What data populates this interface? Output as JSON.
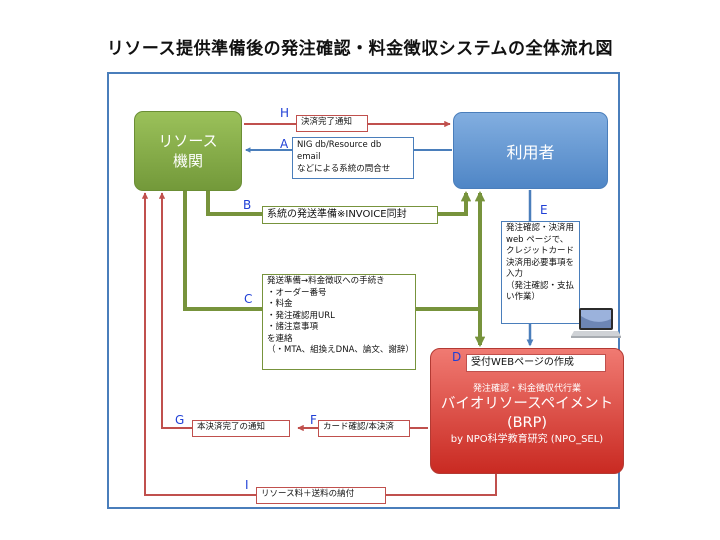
{
  "title": "リソース提供準備後の発注確認・料金徴収システムの全体流れ図",
  "nodes": {
    "resource": "リソース\n機関",
    "user": "利用者",
    "brp": {
      "webpage_label": "受付WEBページの作成",
      "subtitle": "発注確認・料金徴収代行業",
      "name": "バイオリソースペイメント",
      "abbr": "(BRP)",
      "by": "by NPO科学教育研究 (NPO_SEL)"
    }
  },
  "steps": {
    "A": {
      "letter": "A",
      "text": "NIG db/Resource db\nemail\nなどによる系統の問合せ"
    },
    "B": {
      "letter": "B",
      "text": "系統の発送準備※INVOICE同封"
    },
    "C": {
      "letter": "C",
      "text": "発送準備→料金徴収への手続き\n・オーダー番号\n・料金\n・発注確認用URL\n・諸注意事項\nを連絡\n（・MTA、組換えDNA、論文、謝辞）"
    },
    "D": {
      "letter": "D"
    },
    "E": {
      "letter": "E",
      "text": "発注確認・決済用web ページで、クレジットカード決済用必要事項を入力\n（発注確認・支払い作業）"
    },
    "F": {
      "letter": "F",
      "text": "カード確認/本決済"
    },
    "G": {
      "letter": "G",
      "text": "本決済完了の通知"
    },
    "H": {
      "letter": "H",
      "text": "決済完了通知"
    },
    "I": {
      "letter": "I",
      "text": "リソース料＋送料の納付"
    }
  },
  "colors": {
    "red": "#c0504d",
    "green": "#77933c",
    "blue": "#4a7ebb",
    "letter": "#1f3fd6"
  },
  "icons": {
    "laptop": "laptop-icon"
  }
}
